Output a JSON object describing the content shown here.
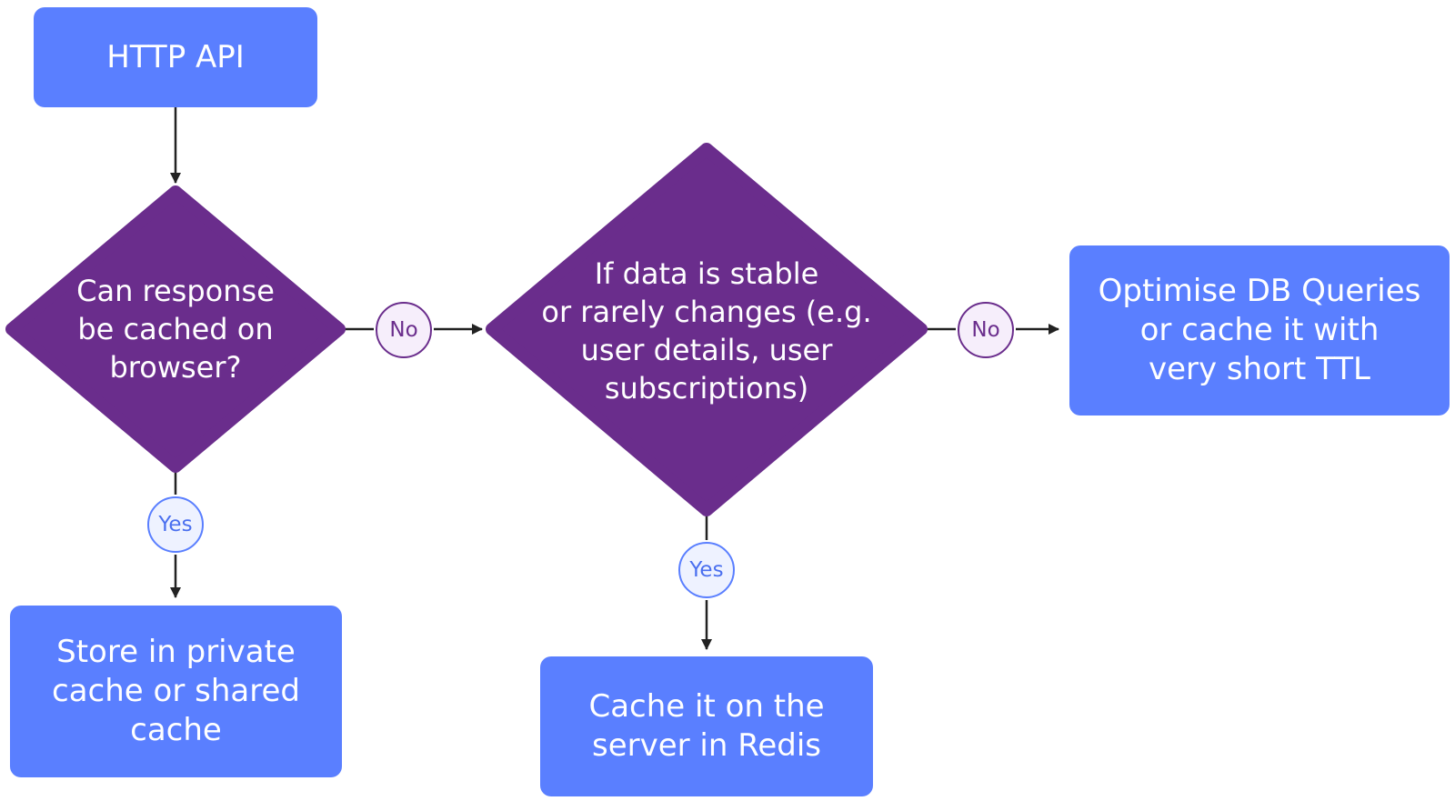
{
  "colors": {
    "process_fill": "#5A7FFF",
    "decision_fill": "#6A2D8C",
    "no_badge_fill": "#F6EEFB",
    "no_badge_border": "#6A2D8C",
    "no_badge_text": "#6A2D8C",
    "yes_badge_fill": "#EEF2FF",
    "yes_badge_border": "#5A7FFF",
    "yes_badge_text": "#4A6FEF",
    "connector": "#222222",
    "background": "#FFFFFF"
  },
  "nodes": {
    "http_api": "HTTP API",
    "decision_browser_cache": "Can response\nbe cached on\nbrowser?",
    "decision_stable_data": "If data is stable\nor rarely changes (e.g.\nuser details, user\nsubscriptions)",
    "optimise_db": "Optimise DB Queries\nor cache it with\nvery short TTL",
    "store_private_cache": "Store in private\ncache or shared\ncache",
    "cache_redis": "Cache it on the\nserver in Redis"
  },
  "edge_labels": {
    "browser_no": "No",
    "browser_yes": "Yes",
    "stable_no": "No",
    "stable_yes": "Yes"
  }
}
